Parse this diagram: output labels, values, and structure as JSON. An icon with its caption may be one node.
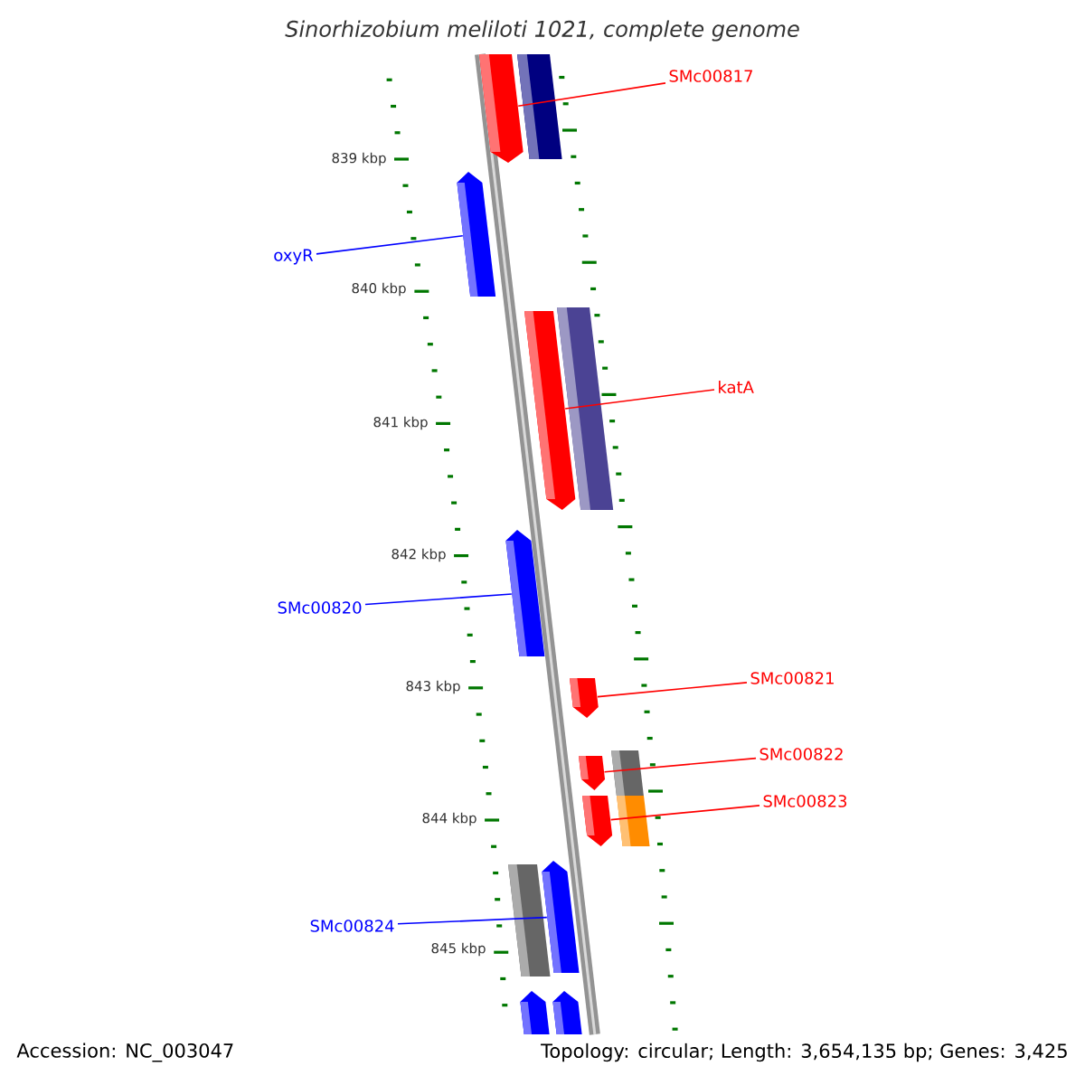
{
  "diagram": {
    "title": "Sinorhizobium meliloti 1021, complete genome",
    "nodes": [
      {
        "text": [
          "SMc00817"
        ]
      },
      {
        "text": [
          "oxyR"
        ]
      },
      {
        "text": [
          "katA"
        ]
      },
      {
        "text": [
          "SMc00820"
        ]
      },
      {
        "text": [
          "SMc00821"
        ]
      },
      {
        "text": [
          "SMc00822"
        ]
      },
      {
        "text": [
          "SMc00823"
        ]
      },
      {
        "text": [
          "SMc00824"
        ]
      },
      {
        "text": [],
        "shape": "bar"
      },
      {
        "text": [],
        "shape": "bar"
      },
      {
        "text": [],
        "shape": "bar"
      },
      {
        "text": [],
        "shape": "bar"
      },
      {
        "text": [],
        "shape": "bar"
      },
      {
        "text": [],
        "shape": "bar"
      },
      {
        "text": [],
        "shape": "bar"
      },
      {
        "text": [],
        "shape": "bar"
      }
    ],
    "edges": [
      {
        "from": 0,
        "to": 8,
        "arrow": "none"
      },
      {
        "from": 1,
        "to": 9,
        "arrow": "none",
        "color": "#0000ff"
      },
      {
        "from": 2,
        "to": 10,
        "arrow": "none"
      },
      {
        "from": 3,
        "to": 11,
        "arrow": "none",
        "color": "#0000ff"
      },
      {
        "from": 4,
        "to": 12,
        "arrow": "none"
      },
      {
        "from": 5,
        "to": 13,
        "arrow": "none"
      },
      {
        "from": 6,
        "to": 14,
        "arrow": "none"
      },
      {
        "from": 7,
        "to": 15,
        "arrow": "none",
        "color": "#0000ff"
      }
    ],
    "labels": [
      "839 kbp",
      "840 kbp",
      "841 kbp",
      "842 kbp",
      "843 kbp",
      "844 kbp",
      "845 kbp",
      "Accession: NC_003047",
      "Topology: circular; Length: 3,654,135 bp; Genes: 3,425"
    ]
  }
}
